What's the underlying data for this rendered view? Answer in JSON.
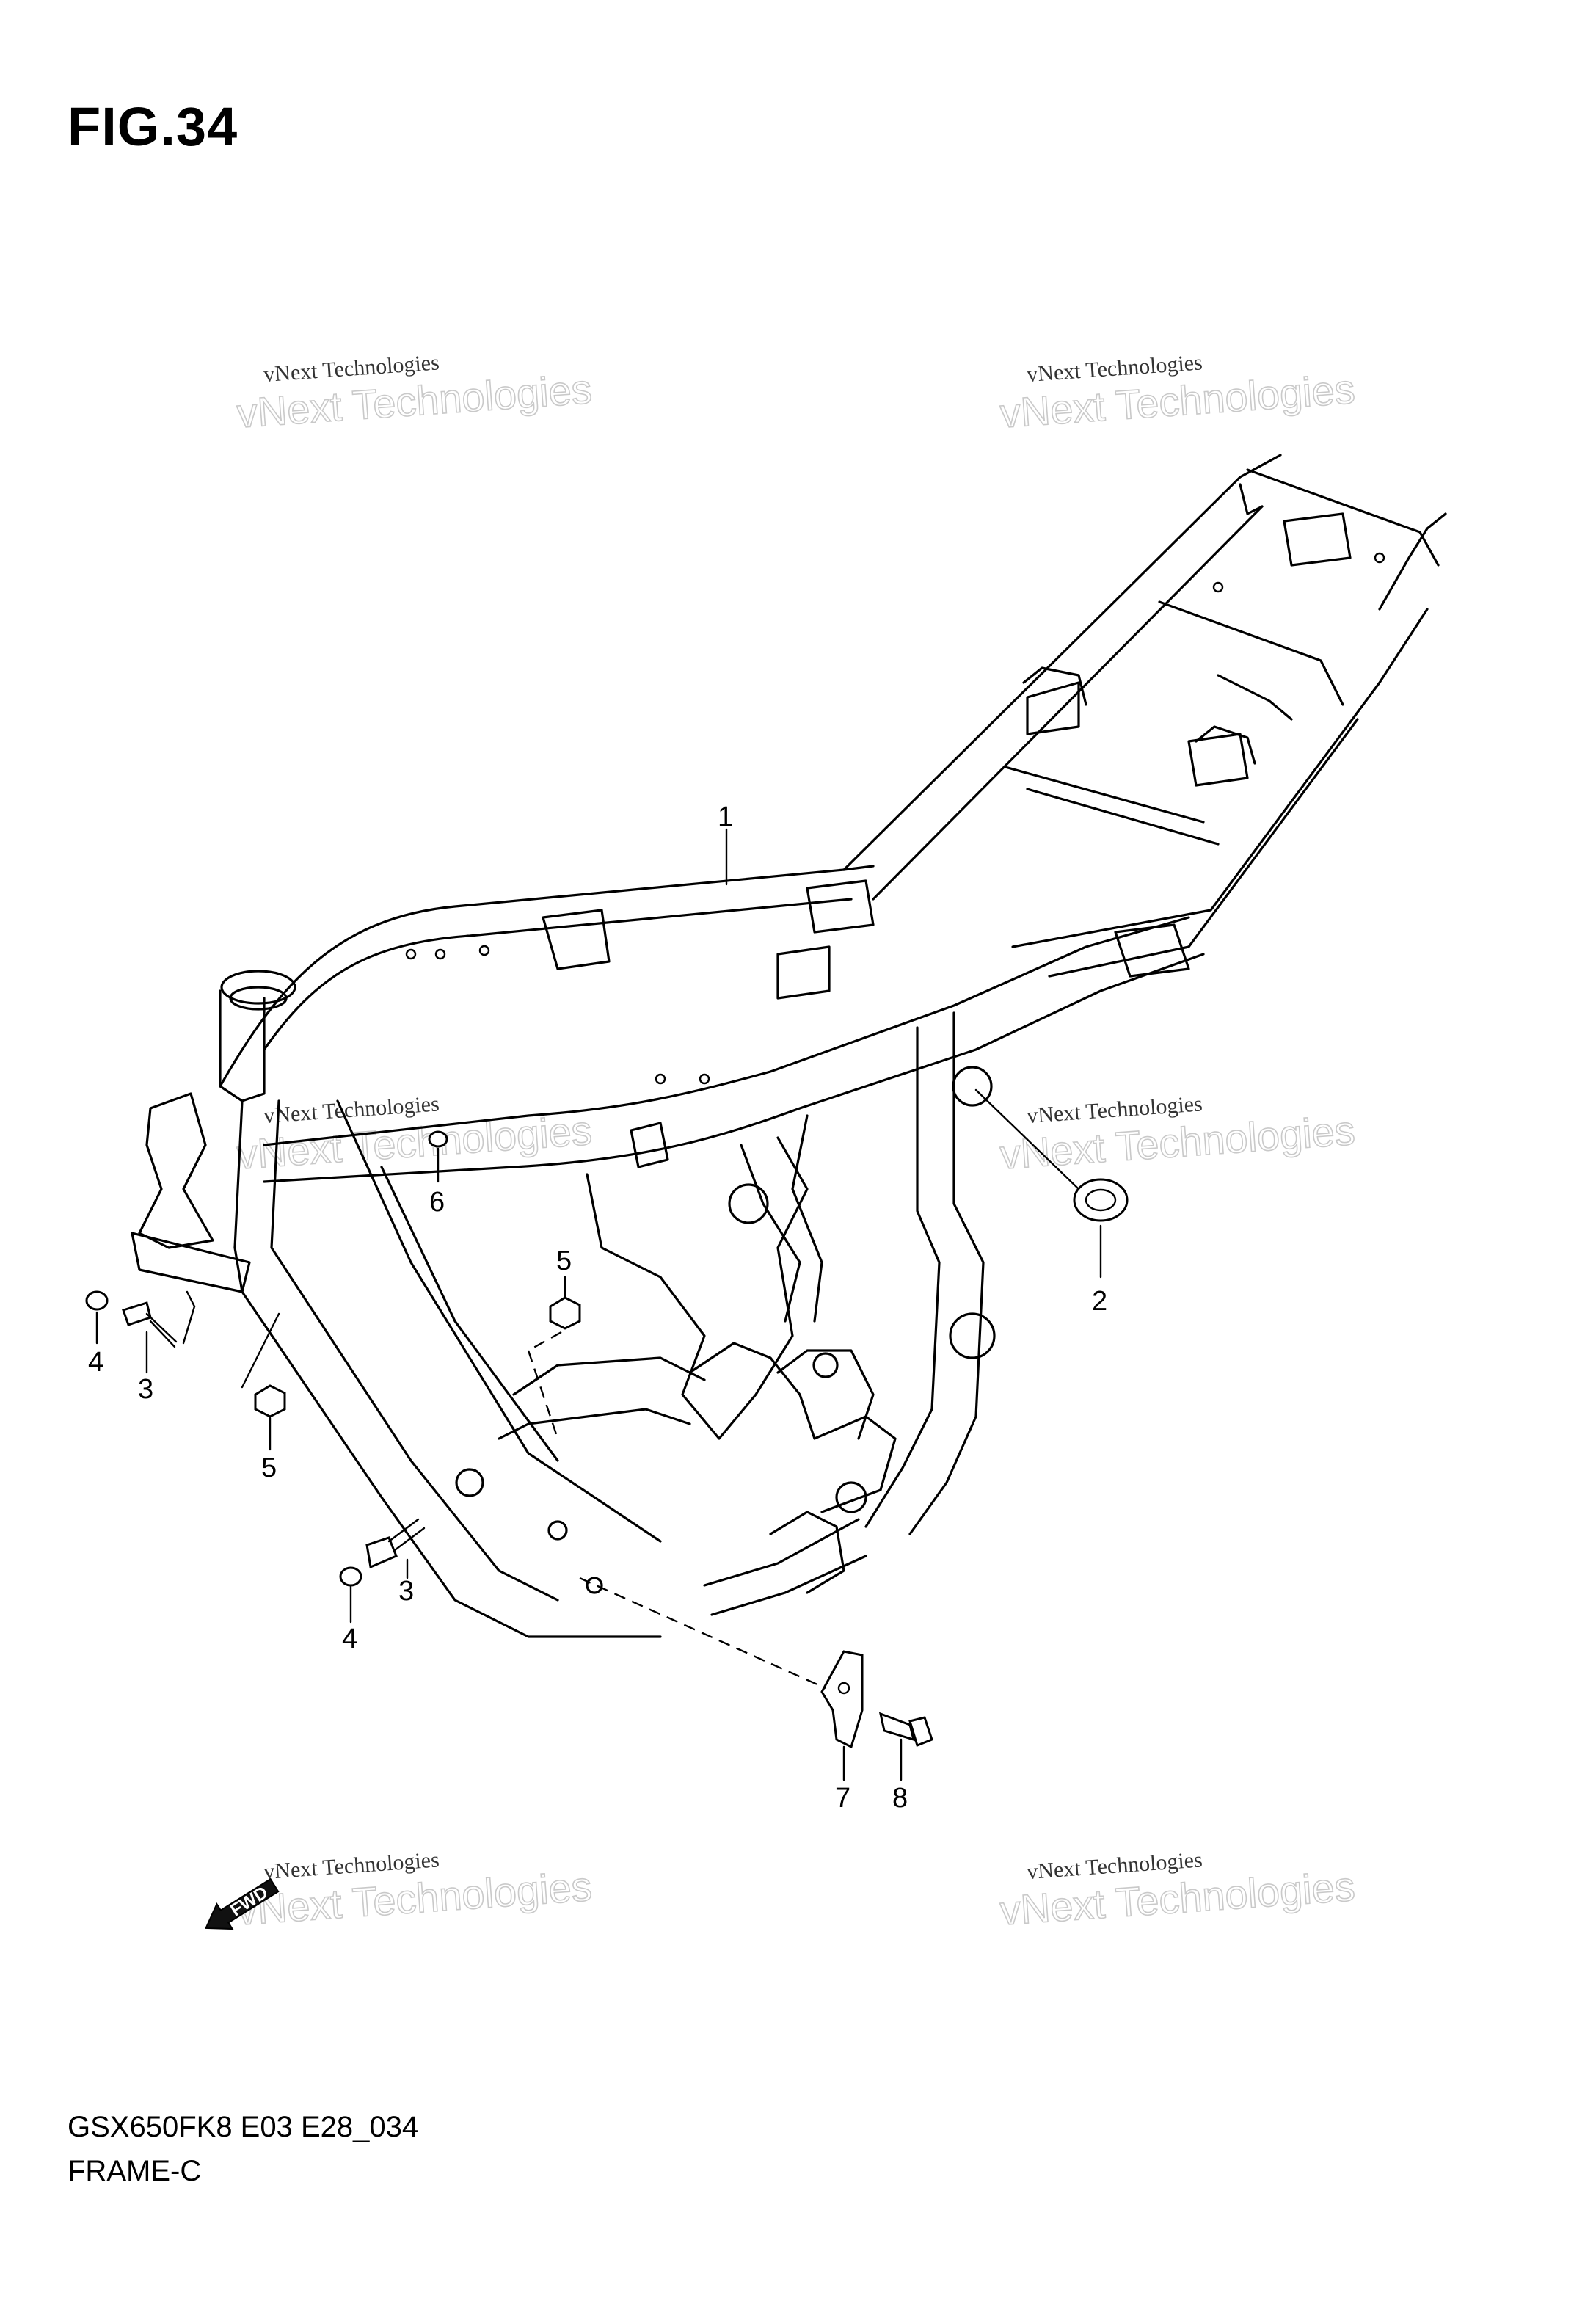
{
  "figure": {
    "title": "FIG.34"
  },
  "footer": {
    "model_code": "GSX650FK8 E03 E28_034",
    "section_name": "FRAME-C"
  },
  "watermark": {
    "line_small": "vNext Technologies",
    "line_big": "vNext Technologies"
  },
  "fwd_badge": {
    "label": "FWD",
    "icon": "fwd-arrow-icon"
  },
  "callouts": [
    {
      "id": "c1",
      "label": "1",
      "part": "frame"
    },
    {
      "id": "c2",
      "label": "2",
      "part": "cap"
    },
    {
      "id": "c3a",
      "label": "3",
      "part": "bolt"
    },
    {
      "id": "c3b",
      "label": "3",
      "part": "bolt"
    },
    {
      "id": "c4a",
      "label": "4",
      "part": "nut"
    },
    {
      "id": "c4b",
      "label": "4",
      "part": "nut"
    },
    {
      "id": "c5a",
      "label": "5",
      "part": "nut"
    },
    {
      "id": "c5b",
      "label": "5",
      "part": "nut"
    },
    {
      "id": "c6",
      "label": "6",
      "part": "grommet"
    },
    {
      "id": "c7",
      "label": "7",
      "part": "bracket"
    },
    {
      "id": "c8",
      "label": "8",
      "part": "bolt"
    }
  ]
}
